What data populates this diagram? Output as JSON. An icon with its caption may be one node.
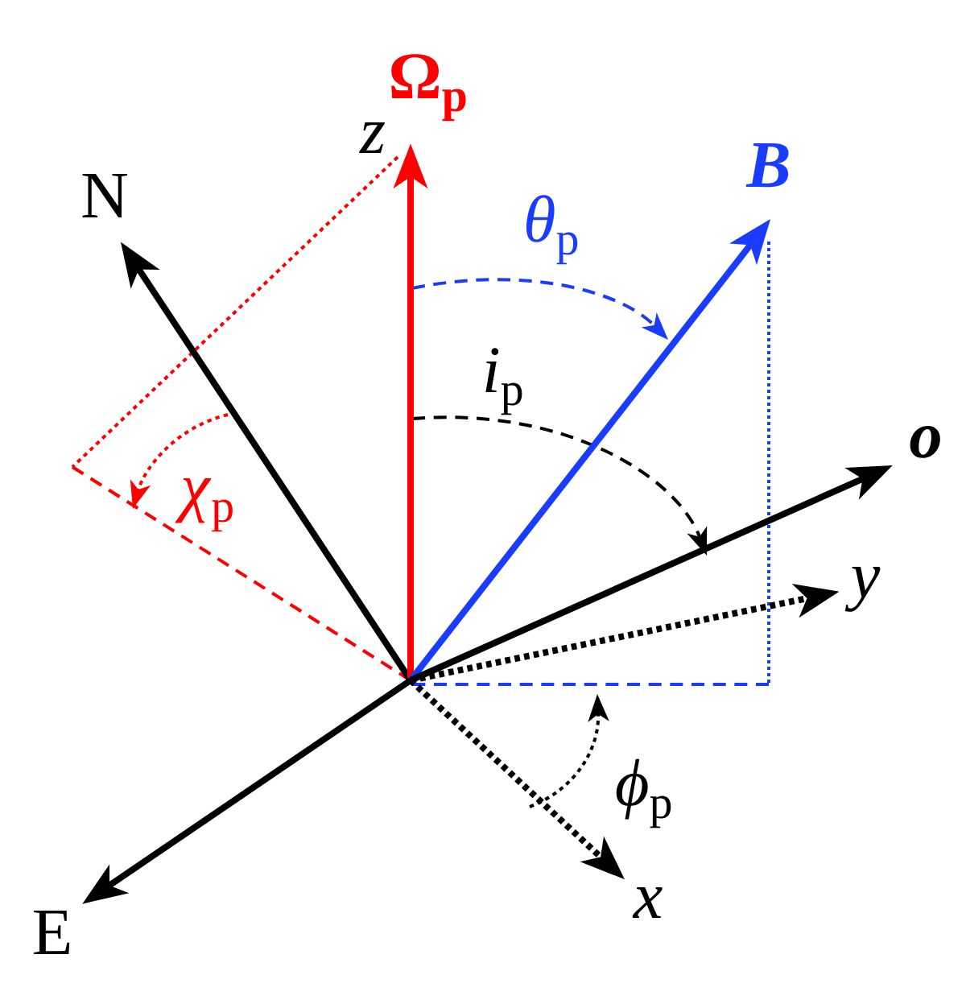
{
  "diagram": {
    "nodes": [
      {
        "text": [
          "N"
        ]
      },
      {
        "text": [
          "Ω$_{p}$"
        ],
        "beside": [
          "z"
        ]
      },
      {
        "text": [
          "B"
        ]
      },
      {
        "text": [
          "o"
        ]
      },
      {
        "text": [
          "y"
        ]
      },
      {
        "text": [
          "x"
        ]
      },
      {
        "text": [
          "E"
        ]
      }
    ],
    "edges": [
      {
        "from": null,
        "to": 0,
        "arrow": "to"
      },
      {
        "from": null,
        "to": 1,
        "arrow": "to",
        "color": "#ff0000"
      },
      {
        "from": null,
        "to": 2,
        "arrow": "to",
        "color": "#1a3cff"
      },
      {
        "from": null,
        "to": 3,
        "arrow": "to"
      },
      {
        "from": null,
        "to": 4,
        "arrow": "to",
        "style": "dashed"
      },
      {
        "from": null,
        "to": 5,
        "arrow": "to",
        "style": "dashed"
      },
      {
        "from": null,
        "to": 6,
        "arrow": "to"
      }
    ],
    "labels": [
      "*θ*$_{p}$",
      "*i*$_{p}$",
      "*χ*$_{p}$",
      "*ϕ*$_{p}$"
    ]
  }
}
